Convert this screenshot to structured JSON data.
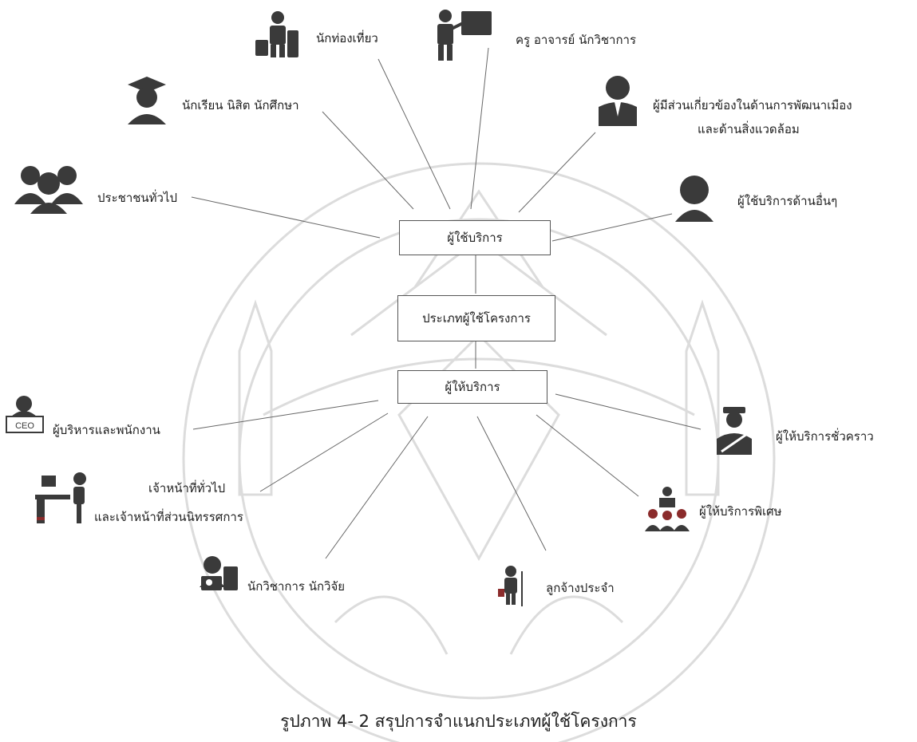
{
  "center": {
    "users_box": "ผู้ใช้บริการ",
    "type_box": "ประเภทผู้ใช้โครงการ",
    "providers_box": "ผู้ให้บริการ"
  },
  "users": {
    "general_public": "ประชาชนทั่วไป",
    "students": "นักเรียน นิสิต นักศึกษา",
    "tourists": "นักท่องเที่ยว",
    "teachers": "ครู อาจารย์ นักวิชาการ",
    "stakeholders_line1": "ผู้มีส่วนเกี่ยวข้องในด้านการพัฒนาเมือง",
    "stakeholders_line2": "และด้านสิ่งแวดล้อม",
    "other_users": "ผู้ใช้บริการด้านอื่นๆ"
  },
  "providers": {
    "executives": "ผู้บริหารและพนักงาน",
    "officers_line1": "เจ้าหน้าที่ทั่วไป",
    "officers_line2": "และเจ้าหน้าที่ส่วนนิทรรศการ",
    "academics": "นักวิชาการ นักวิจัย",
    "permanent_staff": "ลูกจ้างประจำ",
    "special_providers": "ผู้ให้บริการพิเศษ",
    "temporary_providers": "ผู้ให้บริการชั่วคราว",
    "ceo_tag": "CEO"
  },
  "caption": "รูปภาพ 4- 2 สรุปการจำแนกประเภทผู้ใช้โครงการ",
  "colors": {
    "icon": "#3a3a3a",
    "line": "#666666",
    "watermark": "#d9d9d9",
    "accent_red": "#8b2b2b"
  }
}
